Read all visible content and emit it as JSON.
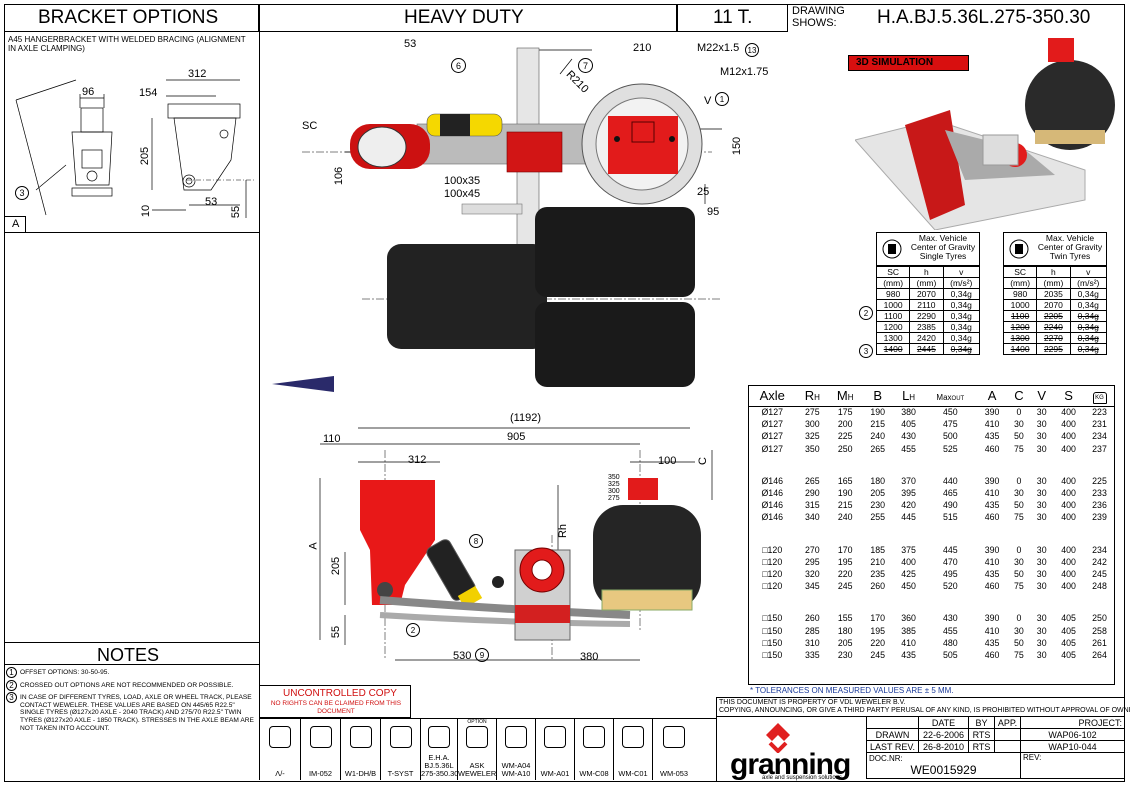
{
  "header": {
    "bracket_options": "BRACKET OPTIONS",
    "heavy_duty": "HEAVY DUTY",
    "capacity": "11 T.",
    "drawing_shows_label": "DRAWING\nSHOWS:",
    "drawing_code": "H.A.BJ.5.36L.275-350.30"
  },
  "bracket": {
    "desc": "A45 HANGERBRACKET WITH WELDED BRACING (ALIGNMENT IN AXLE CLAMPING)",
    "dims": [
      "96",
      "312",
      "154",
      "205",
      "10",
      "53",
      "55"
    ],
    "callout": "3",
    "section_label": "A"
  },
  "notes": {
    "title": "NOTES",
    "items": [
      {
        "n": "1",
        "text": "OFFSET OPTIONS: 30-50-95."
      },
      {
        "n": "2",
        "text": "CROSSED OUT OPTIONS ARE NOT RECOMMENDED OR POSSIBLE."
      },
      {
        "n": "3",
        "text": "IN CASE OF DIFFERENT TYRES, LOAD, AXLE OR WHEEL TRACK, PLEASE CONTACT WEWELER. THESE VALUES ARE BASED ON 445/65 R22.5\" SINGLE TYRES (Ø127x20 AXLE - 2040 TRACK) AND 275/70 R22.5\" TWIN TYRES (Ø127x20 AXLE - 1850 TRACK). STRESSES IN THE AXLE BEAM ARE NOT TAKEN INTO ACCOUNT."
      }
    ]
  },
  "top_view": {
    "dims": [
      "53",
      "210",
      "M22x1.5",
      "M12x1.75",
      "R210",
      "SC",
      "106",
      "100x35",
      "100x45",
      "150",
      "25",
      "95",
      "V"
    ],
    "callouts": [
      "6",
      "7",
      "13",
      "1"
    ]
  },
  "side_view": {
    "dims": [
      "(1192)",
      "110",
      "905",
      "312",
      "100",
      "C",
      "A",
      "205",
      "55",
      "Rh",
      "530",
      "380",
      "350",
      "325",
      "300",
      "275"
    ],
    "callouts": [
      "8",
      "2",
      "9"
    ]
  },
  "sim_label": "3D SIMULATION",
  "cog_tables": [
    {
      "title": "Max. Vehicle Center of Gravity Single Tyres",
      "cols": [
        "SC",
        "h",
        "v"
      ],
      "units": [
        "(mm)",
        "(mm)",
        "(m/s²)"
      ],
      "rows": [
        {
          "c": [
            "980",
            "2070",
            "0,34g"
          ],
          "strike": false,
          "mark": ""
        },
        {
          "c": [
            "1000",
            "2110",
            "0,34g"
          ],
          "strike": false,
          "mark": "2"
        },
        {
          "c": [
            "1100",
            "2290",
            "0,34g"
          ],
          "strike": false,
          "mark": ""
        },
        {
          "c": [
            "1200",
            "2385",
            "0,34g"
          ],
          "strike": false,
          "mark": ""
        },
        {
          "c": [
            "1300",
            "2420",
            "0,34g"
          ],
          "strike": false,
          "mark": "3"
        },
        {
          "c": [
            "1400",
            "2445",
            "0,34g"
          ],
          "strike": true,
          "mark": ""
        }
      ]
    },
    {
      "title": "Max. Vehicle Center of Gravity Twin Tyres",
      "cols": [
        "SC",
        "h",
        "v"
      ],
      "units": [
        "(mm)",
        "(mm)",
        "(m/s²)"
      ],
      "rows": [
        {
          "c": [
            "980",
            "2035",
            "0,34g"
          ],
          "strike": false,
          "mark": ""
        },
        {
          "c": [
            "1000",
            "2070",
            "0,34g"
          ],
          "strike": false,
          "mark": ""
        },
        {
          "c": [
            "1100",
            "2205",
            "0,34g"
          ],
          "strike": true,
          "mark": ""
        },
        {
          "c": [
            "1200",
            "2240",
            "0,34g"
          ],
          "strike": true,
          "mark": ""
        },
        {
          "c": [
            "1300",
            "2270",
            "0,34g"
          ],
          "strike": true,
          "mark": ""
        },
        {
          "c": [
            "1400",
            "2295",
            "0,34g"
          ],
          "strike": true,
          "mark": ""
        }
      ]
    }
  ],
  "axle_table": {
    "headers": [
      "Axle",
      "RH",
      "MH",
      "B",
      "LH",
      "MaxOUT",
      "A",
      "C",
      "V",
      "S",
      "KG"
    ],
    "groups": [
      [
        [
          "Ø127",
          "275",
          "175",
          "190",
          "380",
          "450",
          "390",
          "0",
          "30",
          "400",
          "223"
        ],
        [
          "Ø127",
          "300",
          "200",
          "215",
          "405",
          "475",
          "410",
          "30",
          "30",
          "400",
          "231"
        ],
        [
          "Ø127",
          "325",
          "225",
          "240",
          "430",
          "500",
          "435",
          "50",
          "30",
          "400",
          "234"
        ],
        [
          "Ø127",
          "350",
          "250",
          "265",
          "455",
          "525",
          "460",
          "75",
          "30",
          "400",
          "237"
        ]
      ],
      [
        [
          "Ø146",
          "265",
          "165",
          "180",
          "370",
          "440",
          "390",
          "0",
          "30",
          "400",
          "225"
        ],
        [
          "Ø146",
          "290",
          "190",
          "205",
          "395",
          "465",
          "410",
          "30",
          "30",
          "400",
          "233"
        ],
        [
          "Ø146",
          "315",
          "215",
          "230",
          "420",
          "490",
          "435",
          "50",
          "30",
          "400",
          "236"
        ],
        [
          "Ø146",
          "340",
          "240",
          "255",
          "445",
          "515",
          "460",
          "75",
          "30",
          "400",
          "239"
        ]
      ],
      [
        [
          "□120",
          "270",
          "170",
          "185",
          "375",
          "445",
          "390",
          "0",
          "30",
          "400",
          "234"
        ],
        [
          "□120",
          "295",
          "195",
          "210",
          "400",
          "470",
          "410",
          "30",
          "30",
          "400",
          "242"
        ],
        [
          "□120",
          "320",
          "220",
          "235",
          "425",
          "495",
          "435",
          "50",
          "30",
          "400",
          "245"
        ],
        [
          "□120",
          "345",
          "245",
          "260",
          "450",
          "520",
          "460",
          "75",
          "30",
          "400",
          "248"
        ]
      ],
      [
        [
          "□150",
          "260",
          "155",
          "170",
          "360",
          "430",
          "390",
          "0",
          "30",
          "405",
          "250"
        ],
        [
          "□150",
          "285",
          "180",
          "195",
          "385",
          "455",
          "410",
          "30",
          "30",
          "405",
          "258"
        ],
        [
          "□150",
          "310",
          "205",
          "220",
          "410",
          "480",
          "435",
          "50",
          "30",
          "405",
          "261"
        ],
        [
          "□150",
          "335",
          "230",
          "245",
          "435",
          "505",
          "460",
          "75",
          "30",
          "405",
          "264"
        ]
      ]
    ],
    "tolerance": "* TOLERANCES ON MEASURED VALUES ARE ± 5 MM."
  },
  "uncontrolled": {
    "title": "UNCONTROLLED COPY",
    "sub": "NO RIGHTS CAN BE CLAIMED FROM THIS DOCUMENT"
  },
  "icons": [
    {
      "label": "Λ/-",
      "name": "scale-icon"
    },
    {
      "label": "IM-052",
      "name": "wrench-icon"
    },
    {
      "label": "W1-DH/B",
      "name": "graph-icon"
    },
    {
      "label": "T-SYST",
      "name": "document-icon"
    },
    {
      "label": "E.H.A.\nBJ.5.36L\n275-350.30",
      "name": "pen-icon"
    },
    {
      "label": "ASK\nWEWELER",
      "name": "option-icon",
      "top": "OPTION"
    },
    {
      "label": "WM-A04\nWM-A10",
      "name": "axle-icon"
    },
    {
      "label": "WM-A01",
      "name": "axle-round-icon"
    },
    {
      "label": "WM-C08",
      "name": "cup-icon"
    },
    {
      "label": "WM-C01",
      "name": "block-icon"
    },
    {
      "label": "WM-053",
      "name": "clamp-icon"
    }
  ],
  "legal": {
    "line1": "THIS DOCUMENT IS PROPERTY OF VDL WEWELER B.V.",
    "line2": "COPYING, ANNOUNCING, OR GIVE A THIRD PARTY PERUSAL OF ANY KIND, IS PROHIBITED WITHOUT APPROVAL OF OWNER"
  },
  "title_block": {
    "date_h": "DATE",
    "by_h": "BY",
    "app_h": "APP.",
    "project_h": "PROJECT:",
    "drawn_l": "DRAWN",
    "drawn_date": "22-6-2006",
    "drawn_by": "RTS",
    "project1": "WAP06-102",
    "rev_l": "LAST REV.",
    "rev_date": "26-8-2010",
    "rev_by": "RTS",
    "project2": "WAP10-044",
    "docnr_l": "DOC.NR:",
    "docnr": "WE0015929",
    "rev2_l": "REV:"
  },
  "logo": {
    "name": "granning",
    "tagline": "axle and suspension solutions"
  }
}
